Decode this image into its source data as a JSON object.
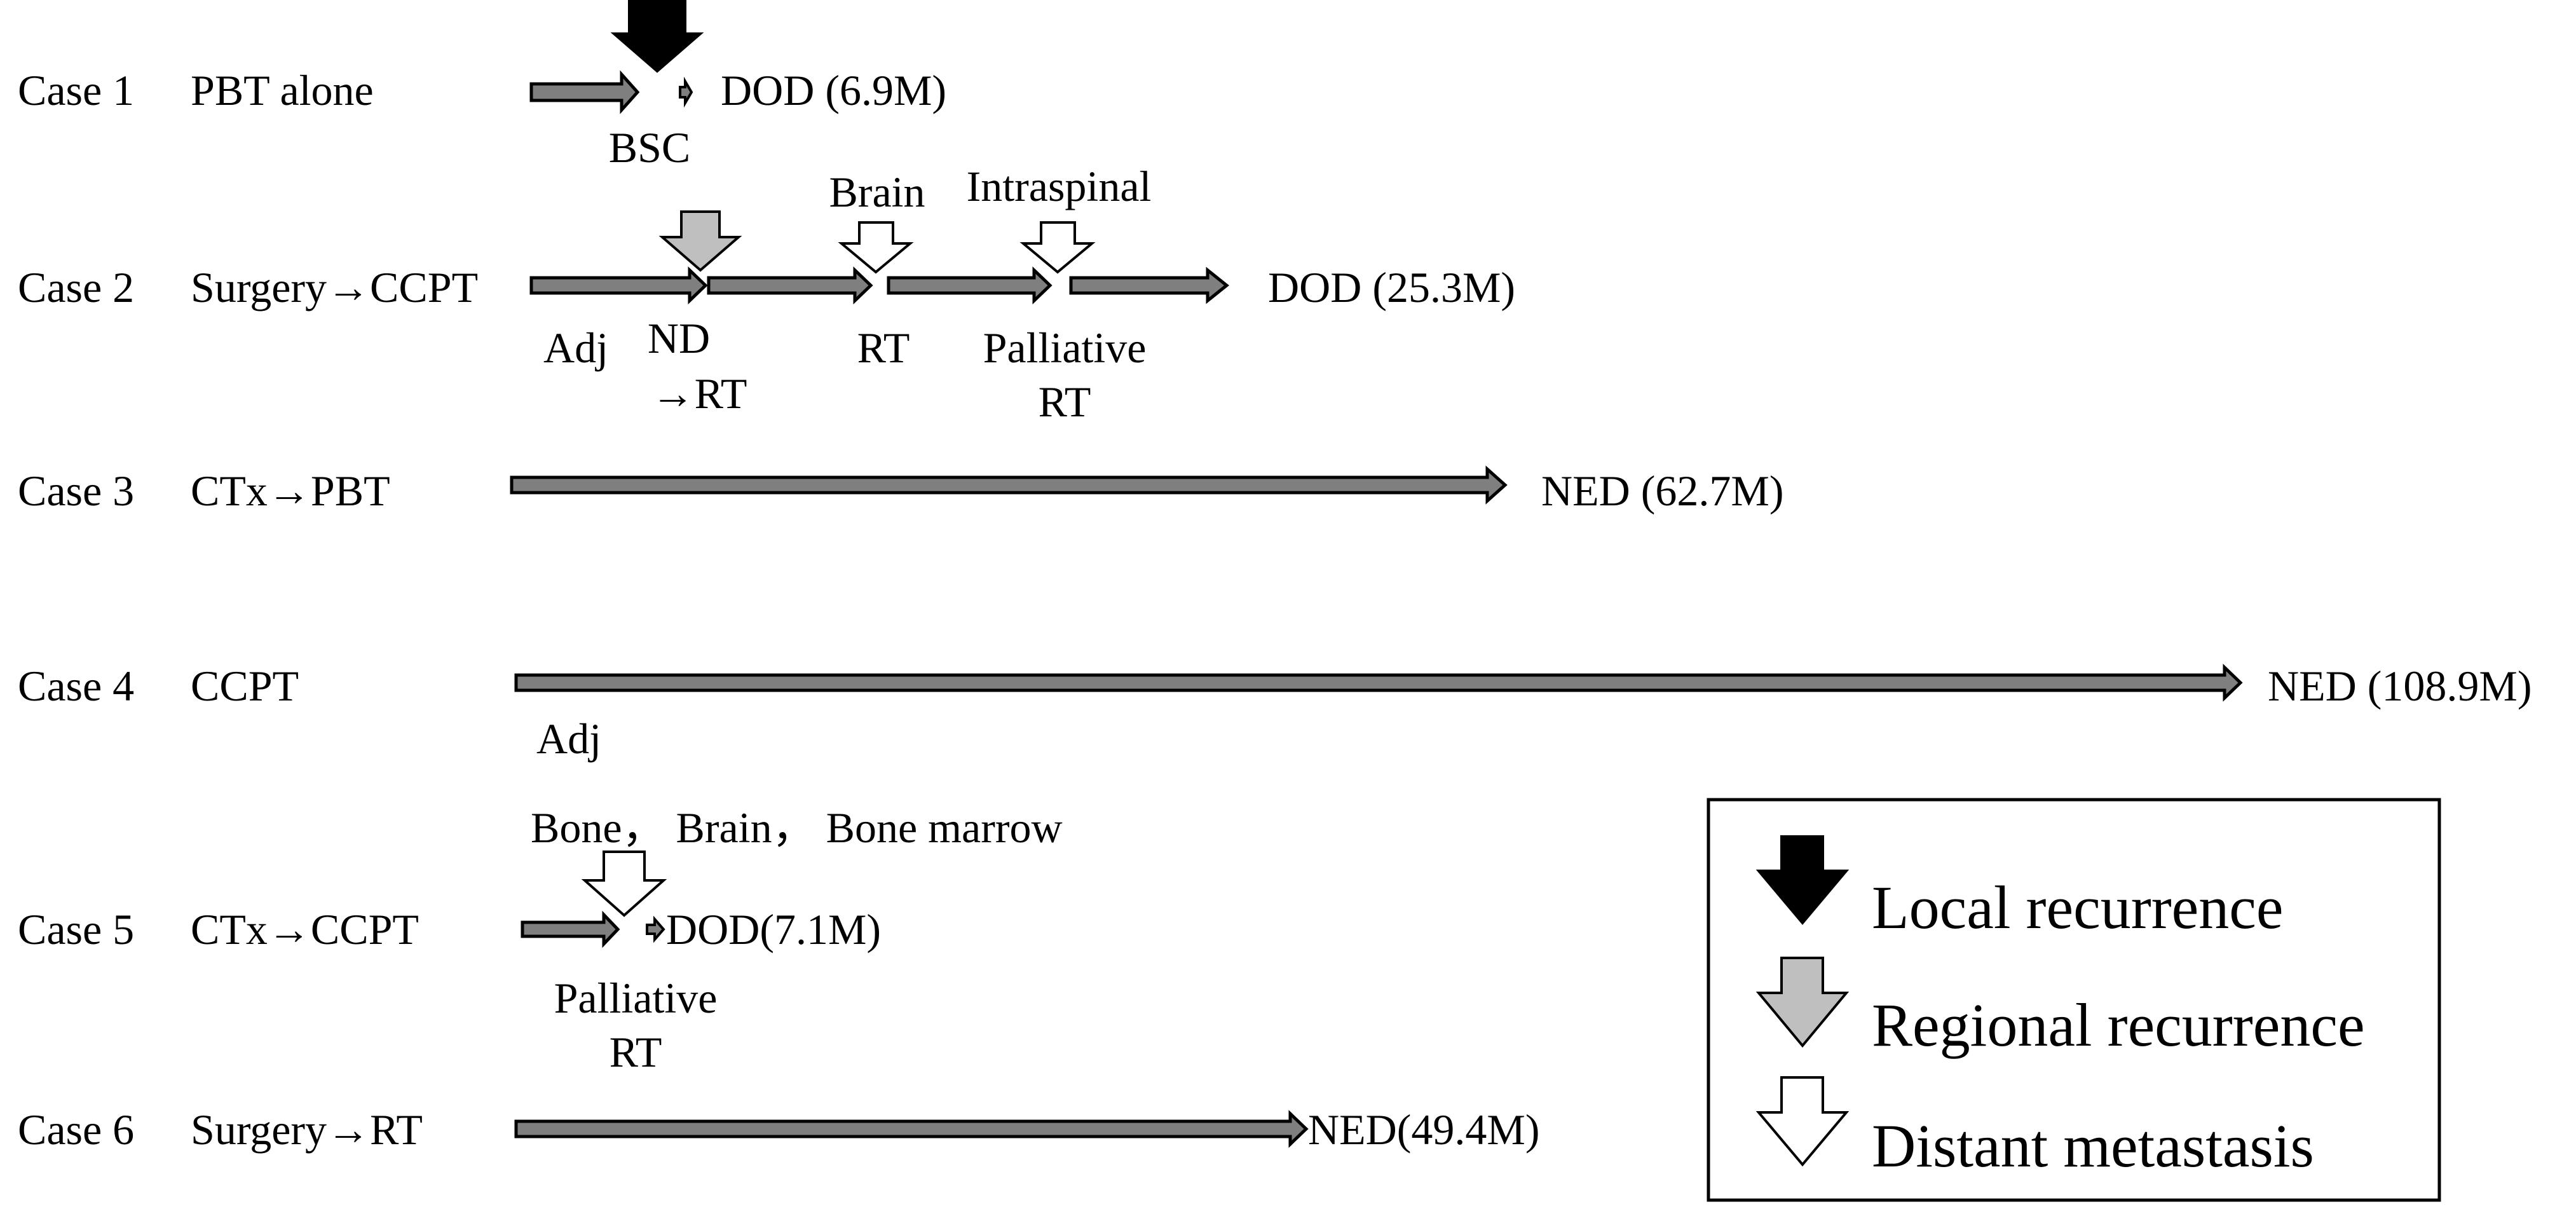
{
  "colors": {
    "bar_fill": "#7f7f7f",
    "stroke": "#000000",
    "local": "#000000",
    "regional": "#bfbfbf",
    "distant": "#ffffff"
  },
  "cases": [
    {
      "label": "Case 1",
      "treatment": "PBT alone",
      "events": [
        "BSC"
      ],
      "outcome": "DOD (6.9M)"
    },
    {
      "label": "Case 2",
      "treatment": "Surgery→CCPT",
      "events": [
        "Adj",
        "ND",
        "→RT",
        "RT",
        "Palliative",
        "RT"
      ],
      "sites": [
        "Brain",
        "Intraspinal"
      ],
      "outcome": "DOD (25.3M)"
    },
    {
      "label": "Case 3",
      "treatment": "CTx→PBT",
      "outcome": "NED (62.7M)"
    },
    {
      "label": "Case 4",
      "treatment": "CCPT",
      "events": [
        "Adj"
      ],
      "outcome": "NED (108.9M)"
    },
    {
      "label": "Case 5",
      "treatment": "CTx→CCPT",
      "sites": [
        "Bone， Brain， Bone marrow"
      ],
      "events": [
        "Palliative",
        "RT"
      ],
      "outcome": "DOD(7.1M)"
    },
    {
      "label": "Case 6",
      "treatment": "Surgery→RT",
      "outcome": "NED(49.4M)"
    }
  ],
  "legend": {
    "items": [
      {
        "label": "Local recurrence",
        "icon": "local-recurrence-arrow-icon"
      },
      {
        "label": "Regional recurrence",
        "icon": "regional-recurrence-arrow-icon"
      },
      {
        "label": "Distant metastasis",
        "icon": "distant-metastasis-arrow-icon"
      }
    ]
  }
}
